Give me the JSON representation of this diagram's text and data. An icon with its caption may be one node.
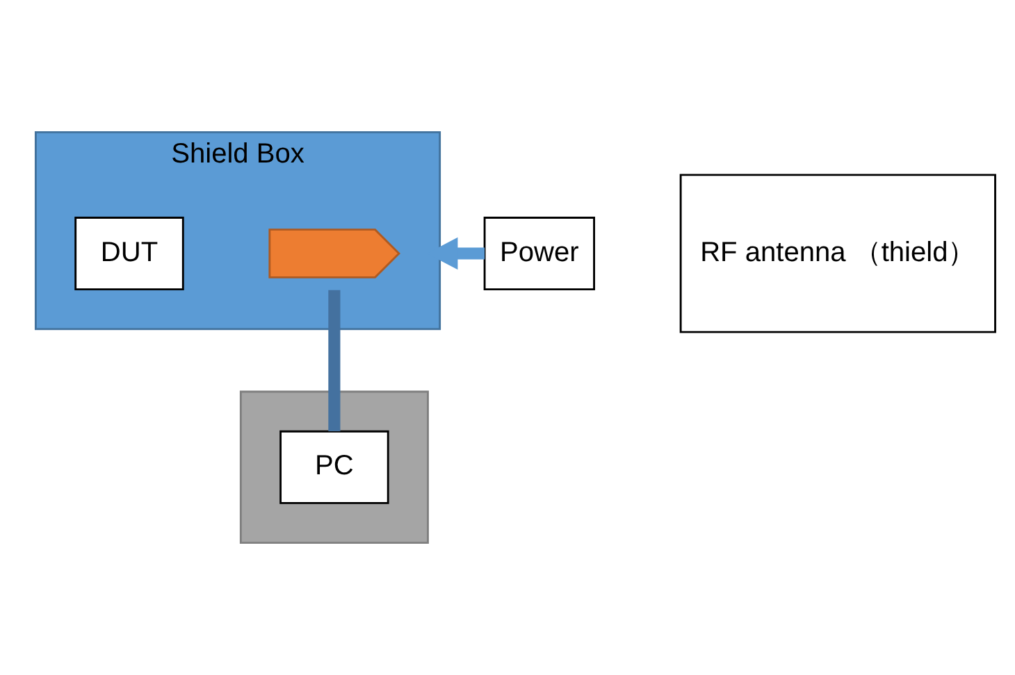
{
  "diagram": {
    "nodes": [
      {
        "text": [
          "Shield Box"
        ]
      },
      {
        "text": [],
        "shape": "pentagon",
        "in": 0
      },
      {
        "text": [
          "DUT"
        ],
        "in": 0
      },
      {
        "text": [
          "Power"
        ]
      },
      {
        "text": [
          "RF antenna （thield）"
        ]
      },
      {
        "text": [],
        "shape": "box"
      },
      {
        "text": [
          "PC"
        ],
        "in": 5
      }
    ],
    "edges": [
      {
        "from": 3,
        "to": 0,
        "arrow": "to"
      },
      {
        "from": 1,
        "to": 6,
        "arrow": "none",
        "color": "#44719f"
      }
    ]
  }
}
